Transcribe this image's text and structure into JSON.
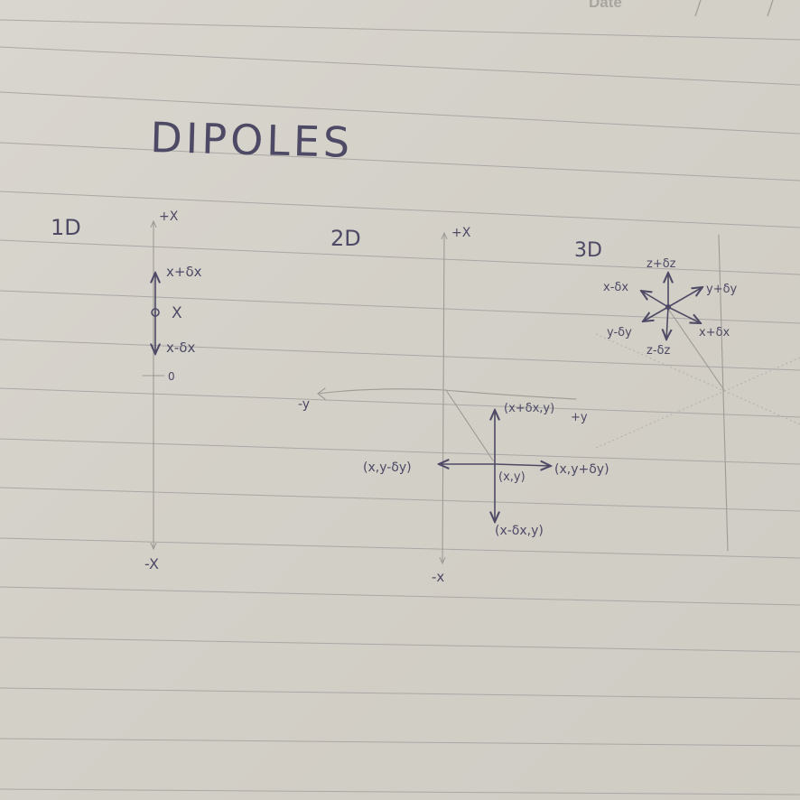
{
  "header": {
    "date_label": "Date"
  },
  "title": "DIPOLES",
  "section_1d": {
    "heading": "1D",
    "pos_axis": "+X",
    "upper": "x+δx",
    "point": "X",
    "lower": "x-δx",
    "zero": "0",
    "neg_axis": "-X"
  },
  "section_2d": {
    "heading": "2D",
    "pos_axis": "+X",
    "neg_y": "-y",
    "top": "(x+δx,y)",
    "pos_y": "+y",
    "left": "(x,y-δy)",
    "center": "(x,y)",
    "right": "(x,y+δy)",
    "bottom": "(x-δx,y)",
    "neg_axis": "-x"
  },
  "section_3d": {
    "heading": "3D",
    "z_plus": "z+δz",
    "x_minus": "x-δx",
    "y_plus": "y+δy",
    "y_minus": "y-δy",
    "x_plus": "x+δx",
    "z_minus": "z-δz"
  }
}
